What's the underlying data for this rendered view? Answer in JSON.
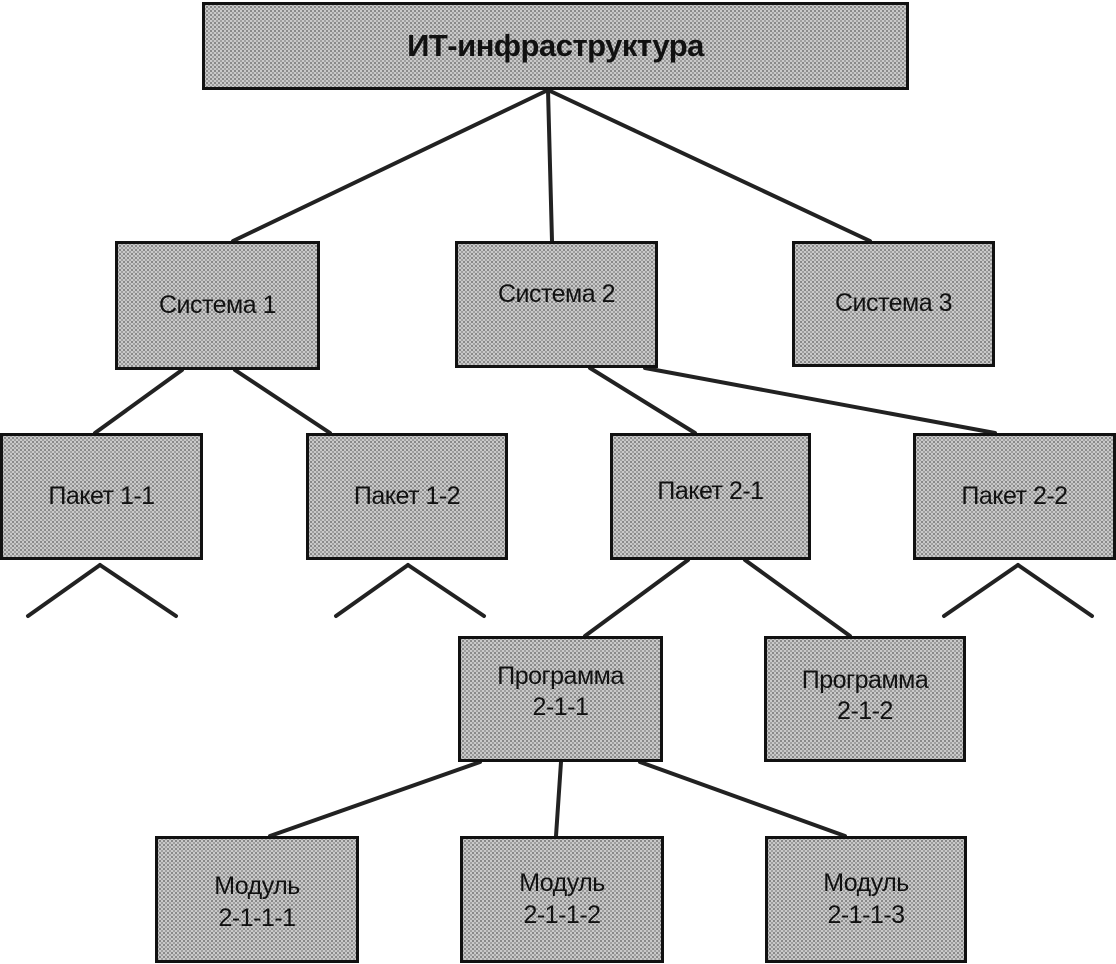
{
  "root": "ИТ-инфраструктура",
  "systems": [
    "Система 1",
    "Система 2",
    "Система 3"
  ],
  "packages": [
    "Пакет 1-1",
    "Пакет 1-2",
    "Пакет 2-1",
    "Пакет 2-2"
  ],
  "programs": [
    "Программа\n2-1-1",
    "Программа\n2-1-2"
  ],
  "modules": [
    "Модуль\n2-1-1-1",
    "Модуль\n2-1-1-2",
    "Модуль\n2-1-1-3"
  ]
}
